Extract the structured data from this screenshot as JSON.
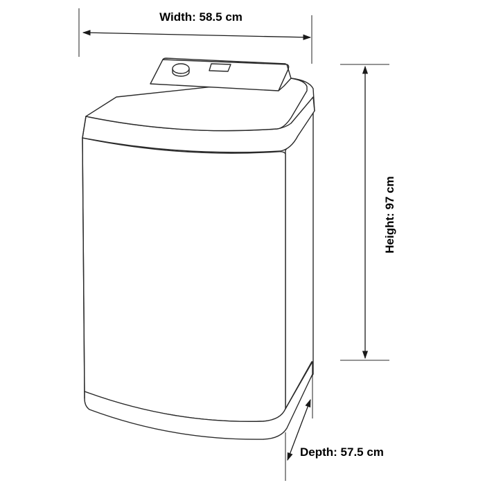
{
  "diagram": {
    "subject": "Top-load washing machine dimension drawing",
    "dimensions": {
      "width": {
        "label": "Width: 58.5 cm",
        "value": 58.5,
        "unit": "cm"
      },
      "height": {
        "label": "Height: 97 cm",
        "value": 97,
        "unit": "cm"
      },
      "depth": {
        "label": "Depth: 57.5 cm",
        "value": 57.5,
        "unit": "cm"
      }
    },
    "parts": {
      "control_panel": {
        "knob": "dial-knob",
        "display": "display-window"
      },
      "lid": "top-lid",
      "cabinet": "front-cabinet",
      "base": "plinth-base"
    },
    "colors": {
      "line": "#2a2a2a",
      "extension_line": "#555555",
      "text": "#000000",
      "background": "#ffffff"
    }
  }
}
